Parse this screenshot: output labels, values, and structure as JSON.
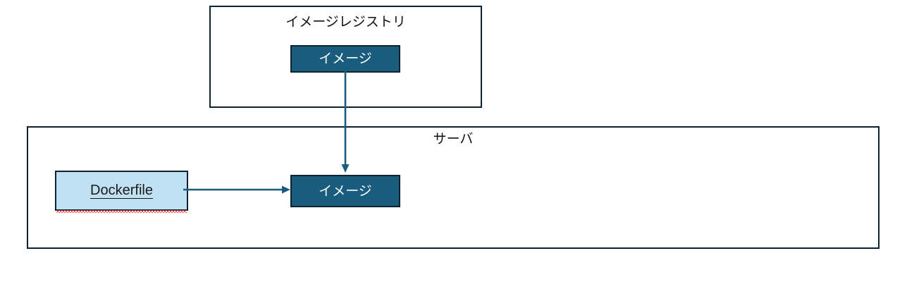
{
  "diagram": {
    "title": "Docker image registry and server diagram",
    "colors": {
      "node_fill": "#1a5c7e",
      "node_border": "#0d2430",
      "dockerfile_fill": "#bfe1f2",
      "arrow": "#1a5c7e",
      "container_border": "#0d2430",
      "spellcheck_underline": "#ef2b2b",
      "background": "#ffffff"
    },
    "registry": {
      "label": "イメージレジストリ",
      "image_node": {
        "label": "イメージ"
      }
    },
    "server": {
      "label": "サーバ",
      "image_node": {
        "label": "イメージ"
      },
      "dockerfile_node": {
        "label": "Dockerfile"
      }
    },
    "connectors": {
      "registry_to_server_image": {
        "from": "イメージ",
        "to": "イメージ",
        "direction": "down"
      },
      "dockerfile_to_image": {
        "from": "Dockerfile",
        "to": "イメージ",
        "direction": "right"
      }
    }
  }
}
